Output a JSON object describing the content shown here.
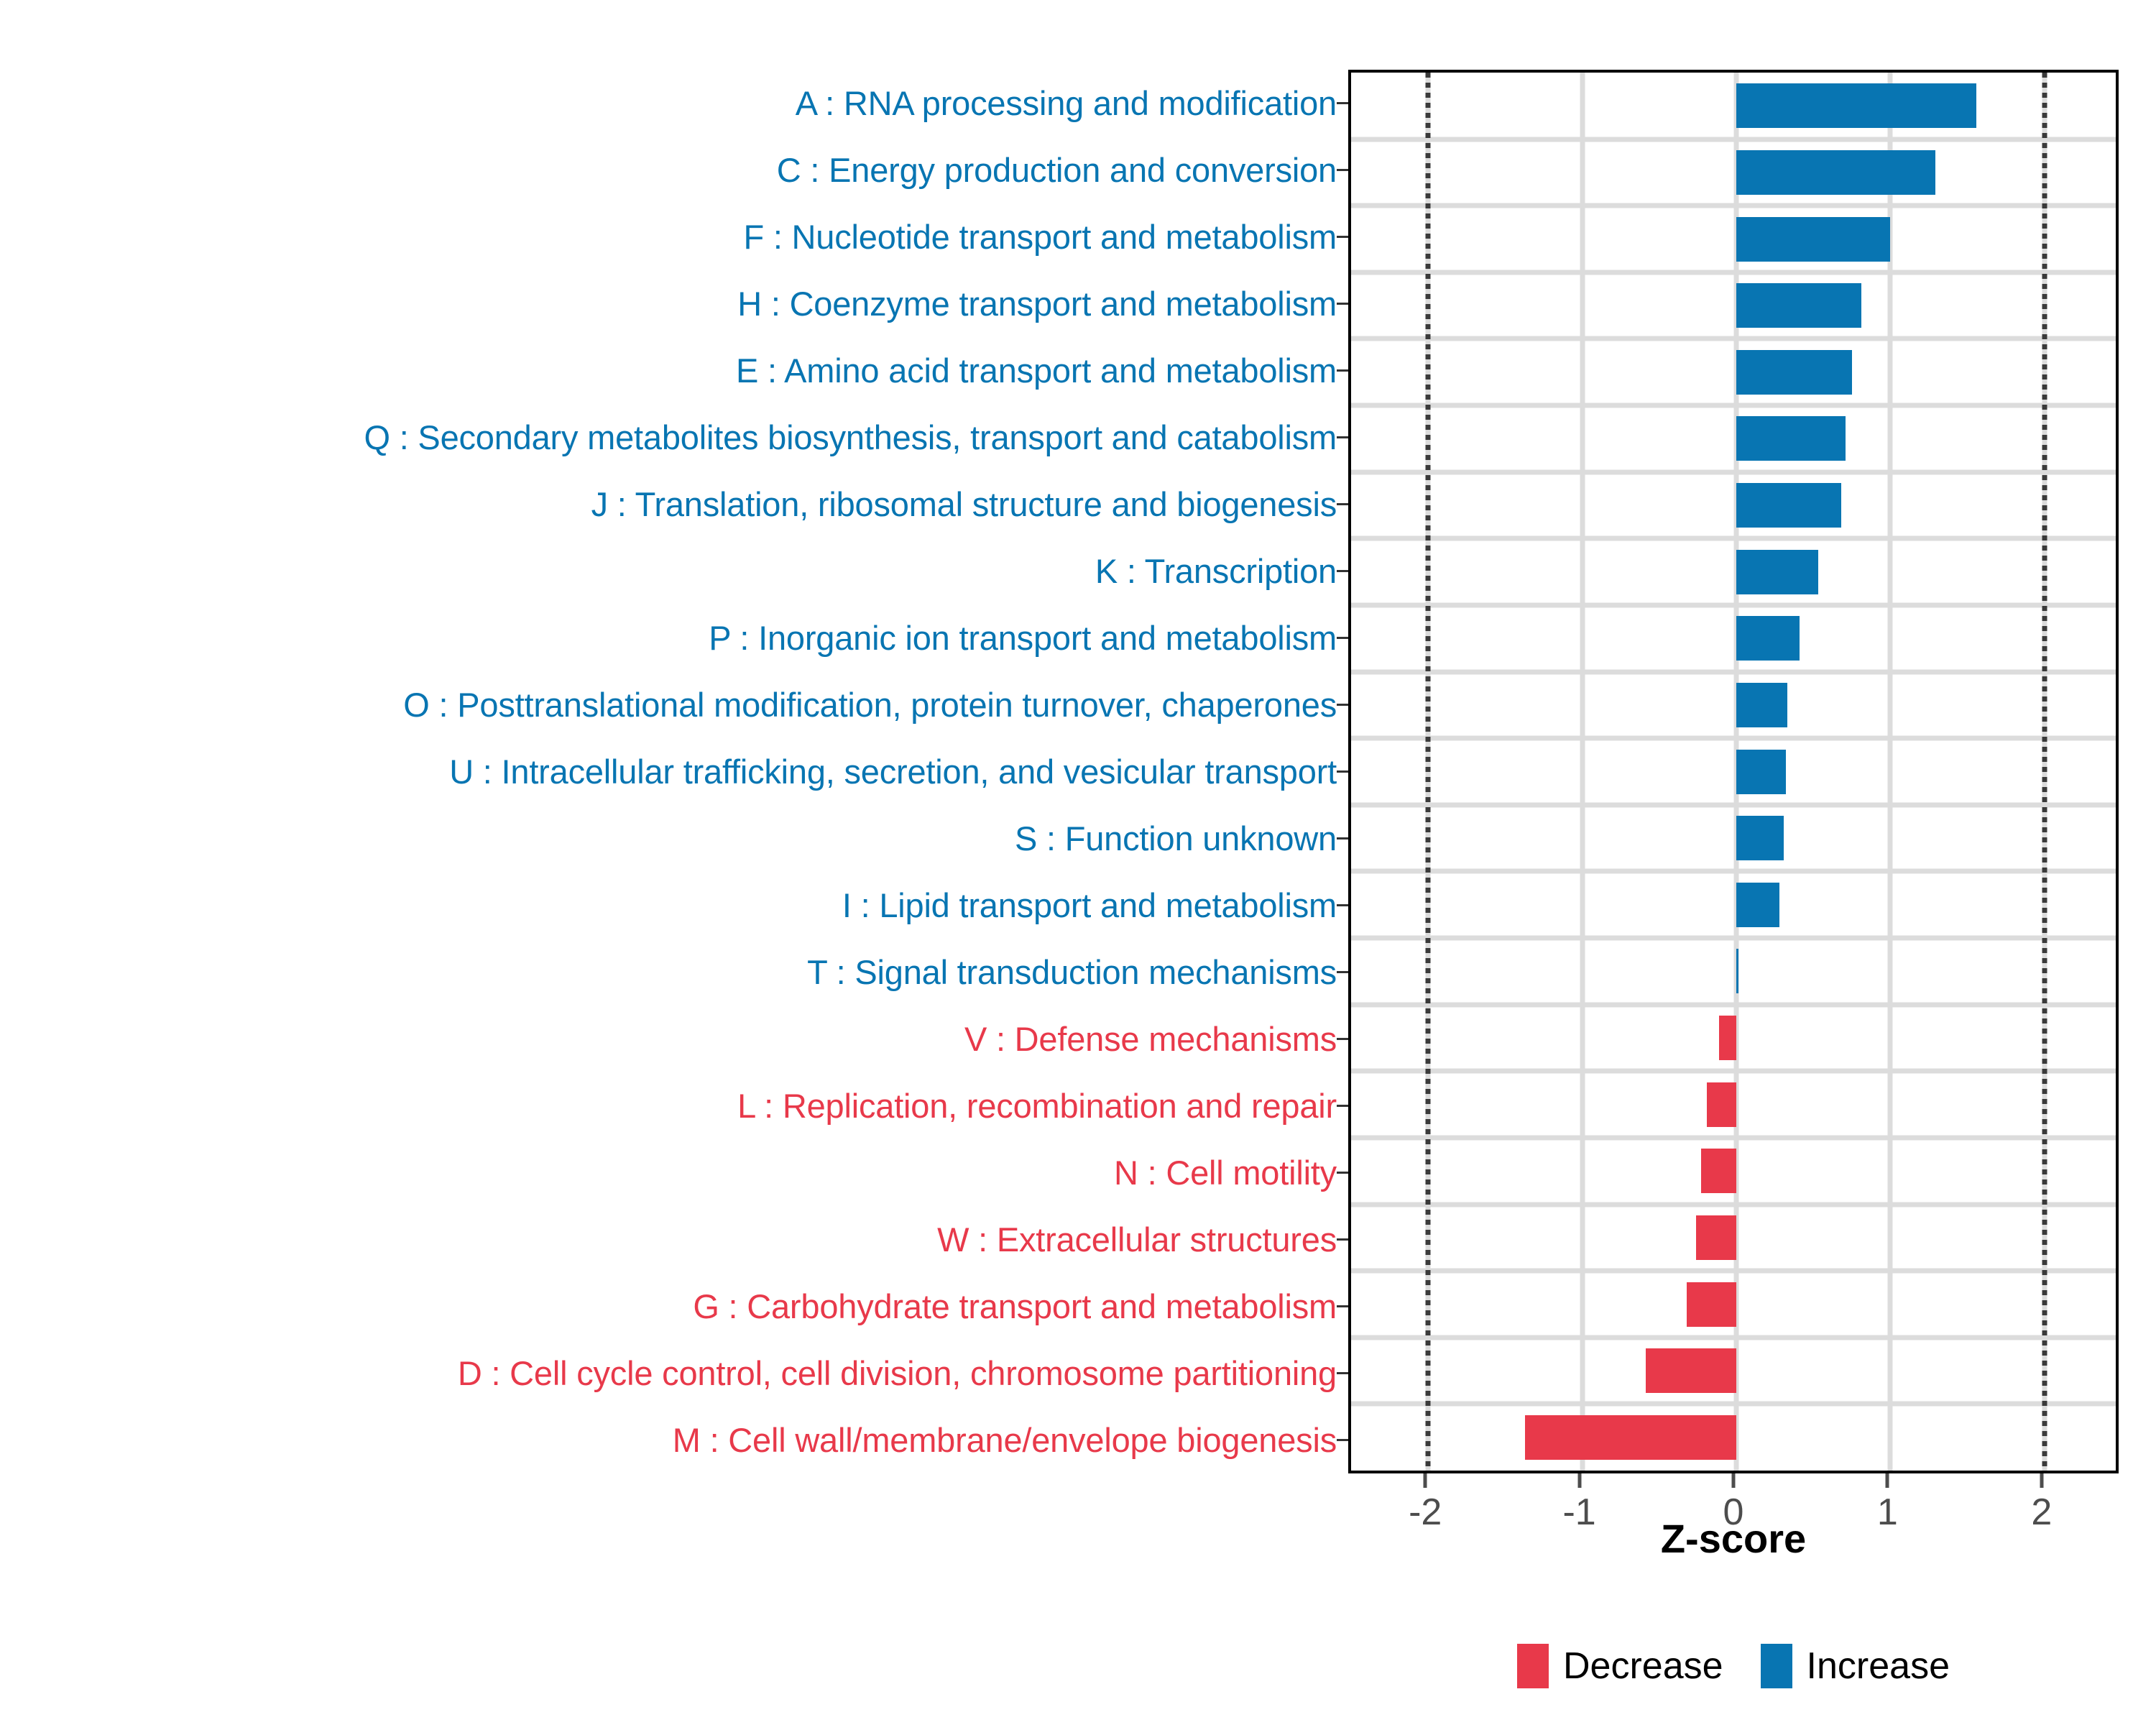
{
  "chart_data": {
    "type": "bar",
    "title": "",
    "xlabel": "Z-score",
    "ylabel": "",
    "orientation": "horizontal",
    "xlim": [
      -2.5,
      2.5
    ],
    "xticks": [
      -2,
      -1,
      0,
      1,
      2
    ],
    "xtick_labels": [
      "-2",
      "-1",
      "0",
      "1",
      "2"
    ],
    "grid": true,
    "reference_lines": [
      -2,
      2
    ],
    "legend_position": "bottom",
    "legend": [
      {
        "label": "Decrease",
        "color": "#E8394A"
      },
      {
        "label": "Increase",
        "color": "#0875B2"
      }
    ],
    "colors": {
      "increase": "#0875B2",
      "decrease": "#E8394A"
    },
    "categories": [
      "A : RNA processing and modification",
      "C : Energy production and conversion",
      "F : Nucleotide transport and metabolism",
      "H : Coenzyme transport and metabolism",
      "E : Amino acid transport and metabolism",
      "Q : Secondary metabolites biosynthesis, transport and catabolism",
      "J : Translation, ribosomal structure and biogenesis",
      "K : Transcription",
      "P : Inorganic ion transport and metabolism",
      "O : Posttranslational modification, protein turnover, chaperones",
      "U : Intracellular trafficking, secretion, and vesicular transport",
      "S : Function unknown",
      "I : Lipid transport and metabolism",
      "T : Signal transduction mechanisms",
      "V : Defense mechanisms",
      "L : Replication, recombination and repair",
      "N : Cell motility",
      "W : Extracellular structures",
      "G : Carbohydrate transport and metabolism",
      "D : Cell cycle control, cell division, chromosome partitioning",
      "M : Cell wall/membrane/envelope biogenesis"
    ],
    "values": [
      1.56,
      1.29,
      1.0,
      0.81,
      0.75,
      0.71,
      0.68,
      0.53,
      0.41,
      0.33,
      0.32,
      0.31,
      0.28,
      0.01,
      -0.11,
      -0.19,
      -0.23,
      -0.26,
      -0.32,
      -0.59,
      -1.37
    ],
    "groups": [
      "Increase",
      "Increase",
      "Increase",
      "Increase",
      "Increase",
      "Increase",
      "Increase",
      "Increase",
      "Increase",
      "Increase",
      "Increase",
      "Increase",
      "Increase",
      "Increase",
      "Decrease",
      "Decrease",
      "Decrease",
      "Decrease",
      "Decrease",
      "Decrease",
      "Decrease"
    ]
  }
}
